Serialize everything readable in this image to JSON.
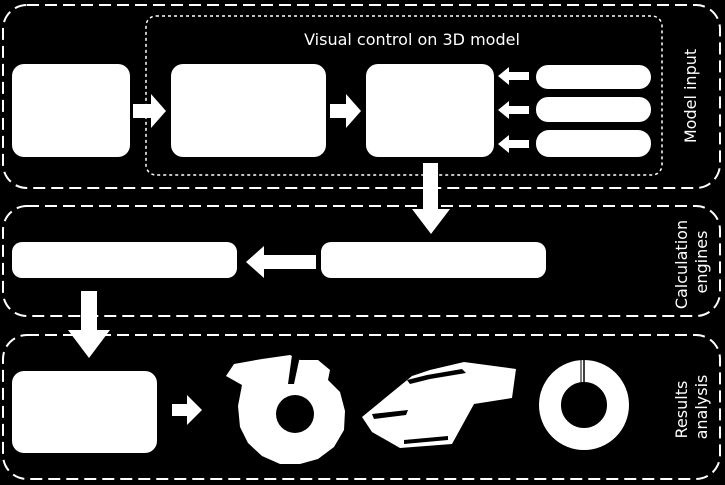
{
  "colors": {
    "background": "#000000",
    "foreground": "#ffffff",
    "section_border": "#ffffff"
  },
  "sections": {
    "model_input": {
      "label": "Model input"
    },
    "visual_control": {
      "label": "Visual control on 3D model"
    },
    "calculation_engines": {
      "label_line1": "Calculation",
      "label_line2": "engines"
    },
    "results_analysis": {
      "label_line1": "Results",
      "label_line2": "analysis"
    }
  },
  "icons": [
    "arrow-right-icon",
    "arrow-left-icon",
    "arrow-down-icon",
    "gear-chart-icon",
    "building-3d-icon",
    "donut-chart-icon"
  ]
}
